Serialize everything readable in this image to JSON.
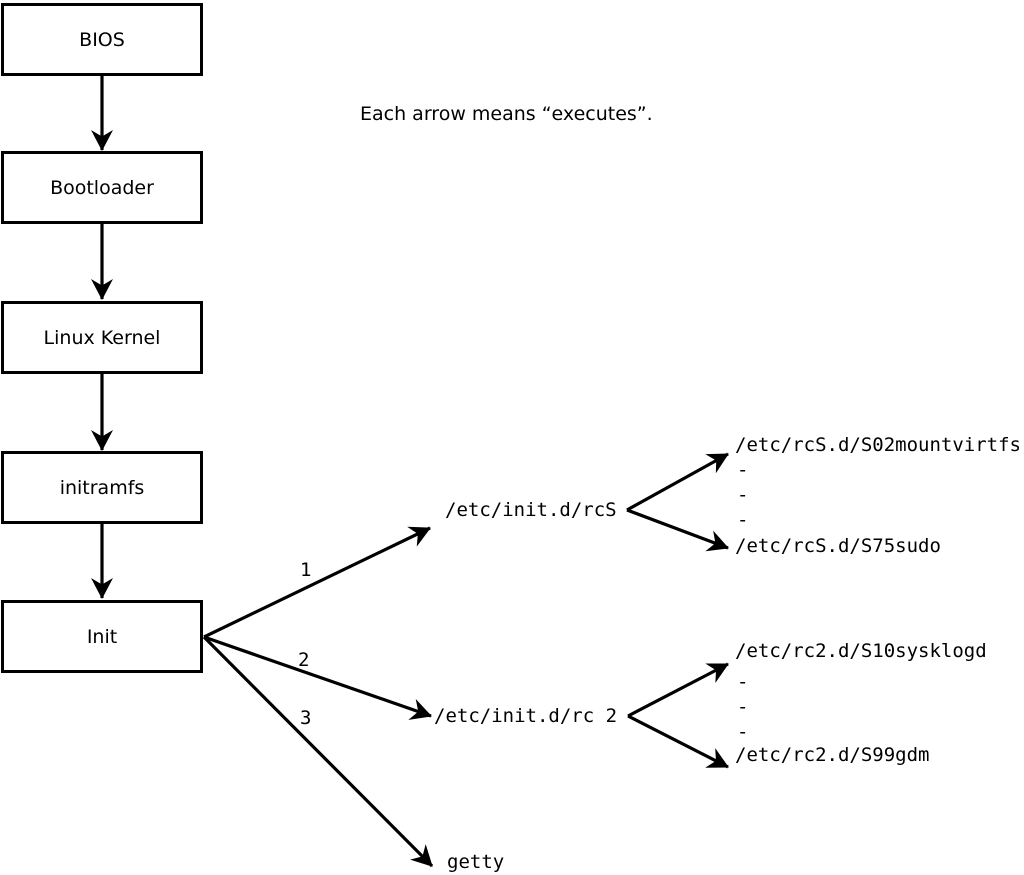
{
  "note": {
    "text": "Each arrow means “executes”."
  },
  "flow_boxes": [
    {
      "label": "BIOS"
    },
    {
      "label": "Bootloader"
    },
    {
      "label": "Linux Kernel"
    },
    {
      "label": "initramfs"
    },
    {
      "label": "Init"
    }
  ],
  "init_branches": [
    {
      "number": "1",
      "target": "/etc/init.d/rcS"
    },
    {
      "number": "2",
      "target": "/etc/init.d/rc 2"
    },
    {
      "number": "3",
      "target": "getty"
    }
  ],
  "rcS_dir": {
    "first_script": "/etc/rcS.d/S02mountvirtfs",
    "dash1": "-",
    "dash2": "-",
    "dash3": "-",
    "last_script": "/etc/rcS.d/S75sudo"
  },
  "rc2_dir": {
    "first_script": "/etc/rc2.d/S10sysklogd",
    "dash1": "-",
    "dash2": "-",
    "dash3": "-",
    "last_script": "/etc/rc2.d/S99gdm"
  },
  "colors": {
    "line": "#000000",
    "background": "#ffffff",
    "box_fill": "#ffffff",
    "text": "#000000"
  }
}
